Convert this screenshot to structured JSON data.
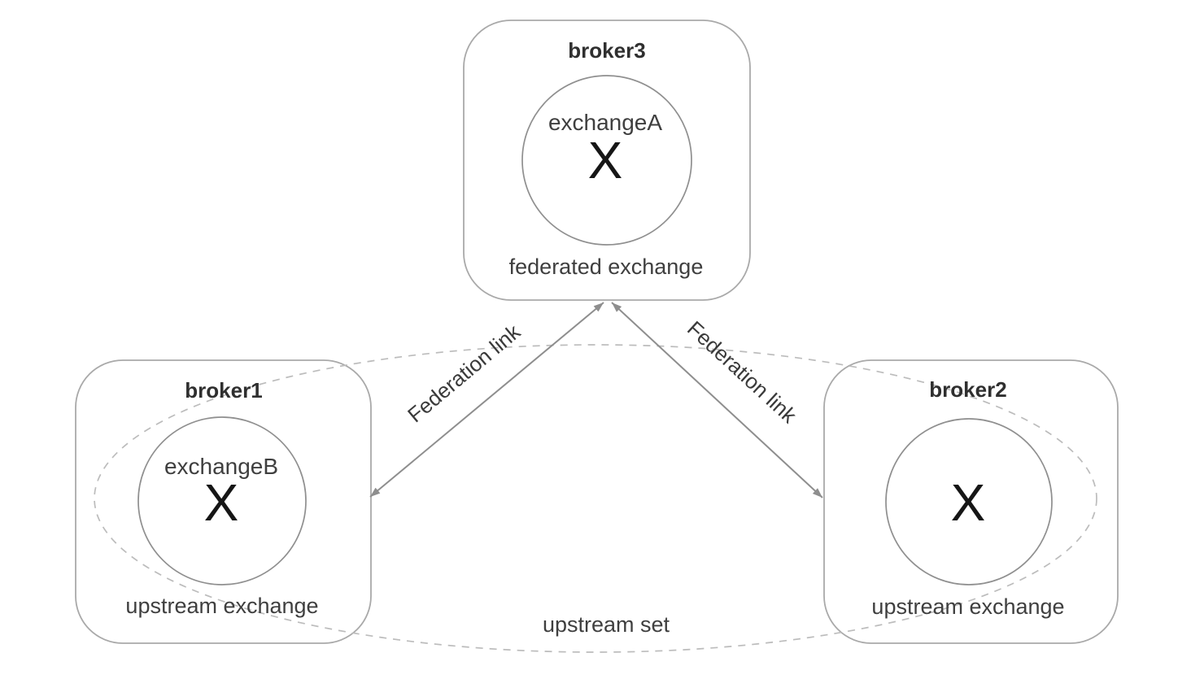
{
  "colors": {
    "box_border": "#a9a9a9",
    "circle_border": "#8f8f8f",
    "line": "#8e8e8e",
    "dashed": "#bcbcbc",
    "text_title": "#2f2f2f",
    "text_body": "#3f3f3f",
    "text_symbol": "#161616",
    "background": "#ffffff"
  },
  "brokers": {
    "broker3": {
      "title": "broker3",
      "exchange_name": "exchangeA",
      "exchange_symbol": "X",
      "caption": "federated exchange"
    },
    "broker1": {
      "title": "broker1",
      "exchange_name": "exchangeB",
      "exchange_symbol": "X",
      "caption": "upstream exchange"
    },
    "broker2": {
      "title": "broker2",
      "exchange_name": "",
      "exchange_symbol": "X",
      "caption": "upstream exchange"
    }
  },
  "links": {
    "left_label": "Federation link",
    "right_label": "Federation link"
  },
  "upstream_set": {
    "label": "upstream set"
  }
}
